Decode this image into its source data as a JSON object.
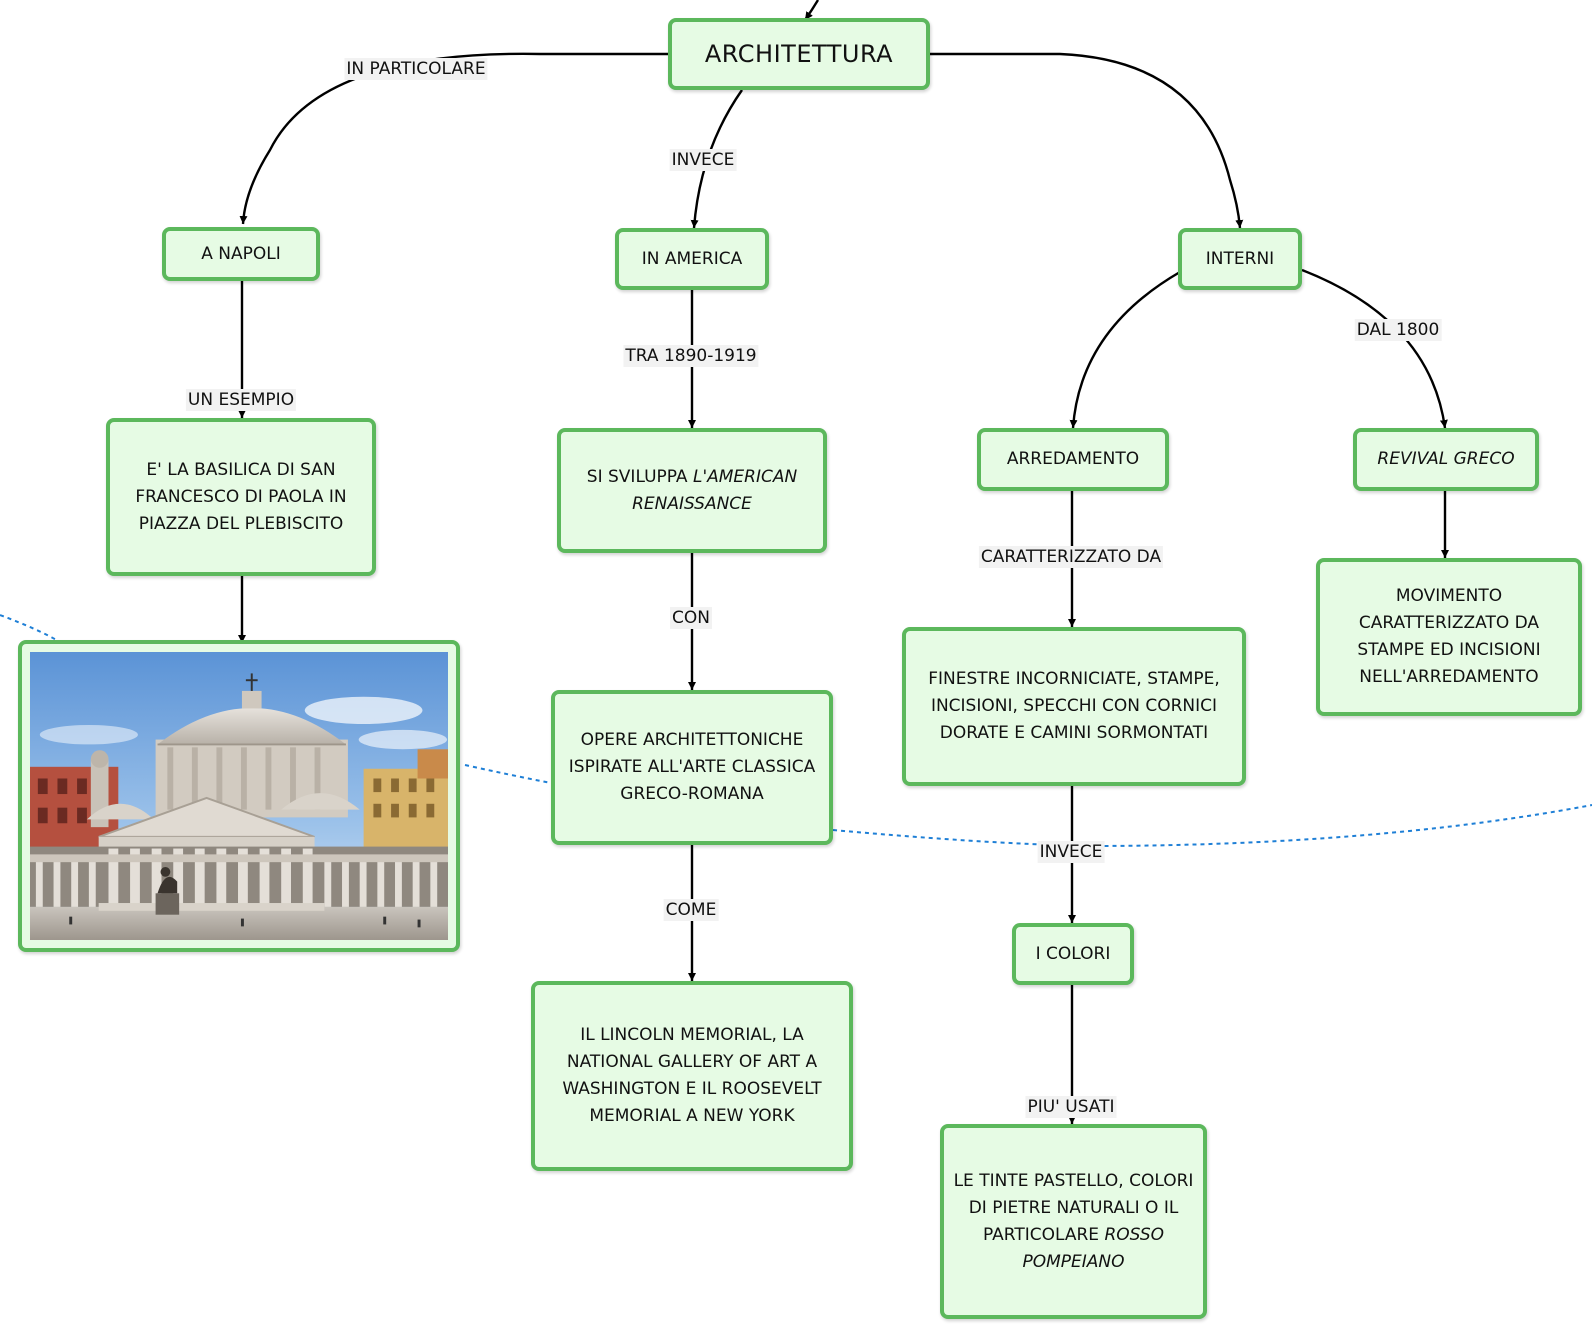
{
  "nodes": {
    "architettura": "ARCHITETTURA",
    "a_napoli": "A NAPOLI",
    "in_america": "IN AMERICA",
    "interni": "INTERNI",
    "basilica": "E' LA BASILICA DI SAN FRANCESCO DI PAOLA IN PIAZZA DEL PLEBISCITO",
    "sviluppa_1": "SI SVILUPPA ",
    "sviluppa_2": "L'AMERICAN RENAISSANCE",
    "arredamento": "ARREDAMENTO",
    "revival": "REVIVAL GRECO",
    "opere": "OPERE ARCHITETTONICHE ISPIRATE ALL'ARTE CLASSICA GRECO-ROMANA",
    "finestre": "FINESTRE INCORNICIATE, STAMPE, INCISIONI, SPECCHI CON CORNICI DORATE E CAMINI SORMONTATI",
    "movimento": "MOVIMENTO CARATTERIZZATO DA STAMPE ED INCISIONI NELL'ARREDAMENTO",
    "i_colori": "I COLORI",
    "lincoln": "IL LINCOLN MEMORIAL, LA NATIONAL GALLERY OF ART A WASHINGTON E IL ROOSEVELT MEMORIAL A NEW YORK",
    "tinte_1": "LE TINTE PASTELLO, COLORI DI PIETRE NATURALI O IL PARTICOLARE ",
    "tinte_2": "ROSSO POMPEIANO"
  },
  "link_labels": {
    "in_particolare": "IN PARTICOLARE",
    "invece_top": "INVECE",
    "tra": "TRA 1890-1919",
    "un_esempio": "UN ESEMPIO",
    "dal_1800": "DAL 1800",
    "caratterizzato": "CARATTERIZZATO DA",
    "con": "CON",
    "invece_bottom": "INVECE",
    "come": "COME",
    "piu_usati": "PIU' USATI"
  },
  "colors": {
    "node_fill": "#e6fbe4",
    "node_border": "#5cb85c",
    "connector": "#000000",
    "crosslink": "#1e7fd6",
    "label_bg": "#f2f2f2"
  }
}
